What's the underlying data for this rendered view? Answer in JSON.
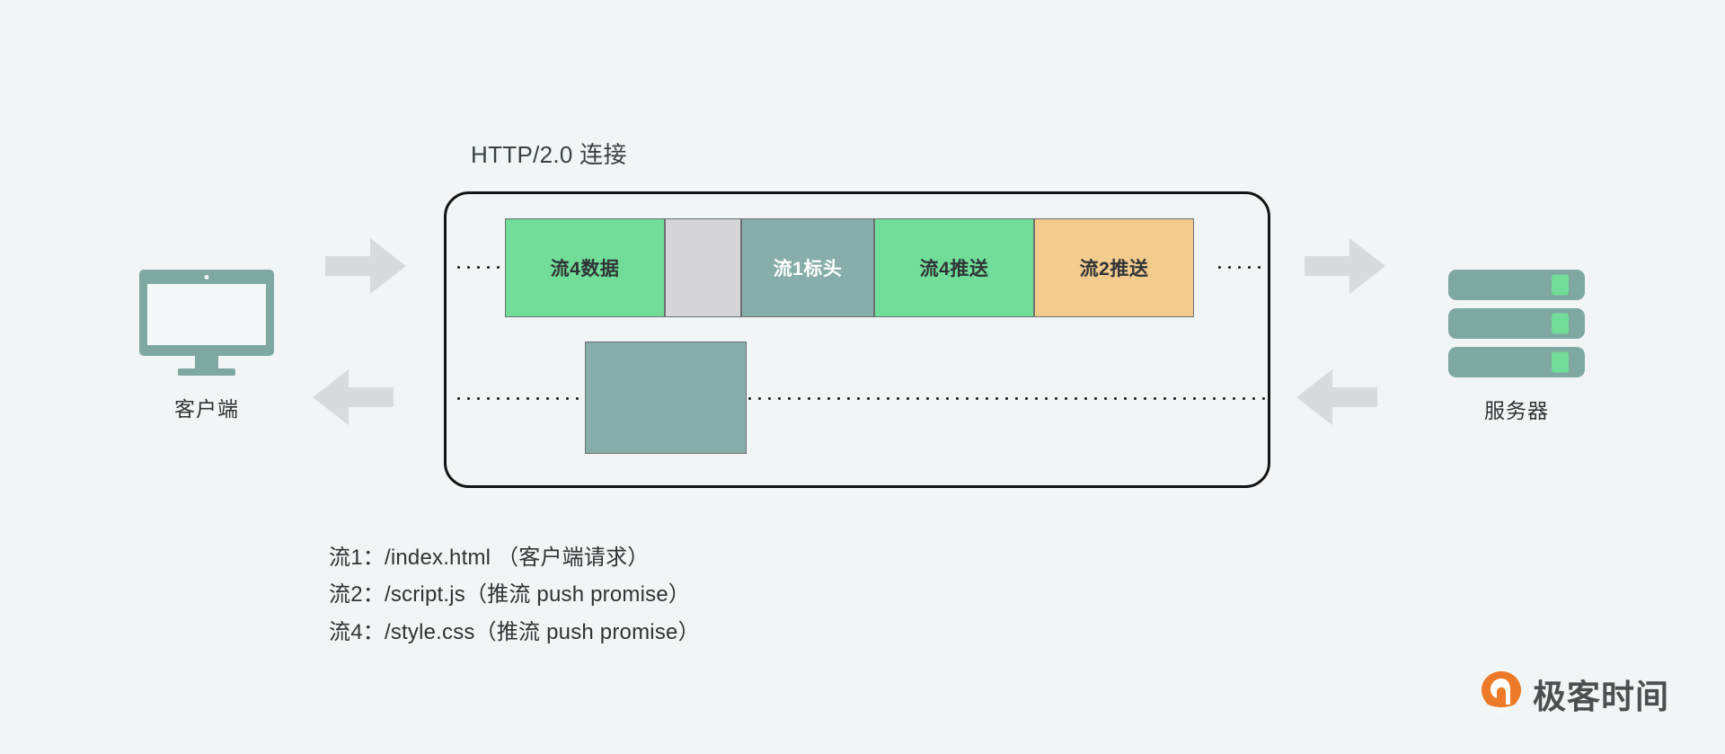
{
  "diagram": {
    "title": "HTTP/2.0 连接",
    "background_color": "#f2f5f6"
  },
  "endpoints": {
    "client": {
      "label": "客户端",
      "icon": "monitor-icon",
      "color": "#7fa8a3"
    },
    "server": {
      "label": "服务器",
      "icon": "server-rack-icon",
      "color": "#7fa8a3",
      "led_color": "#72dd99"
    }
  },
  "arrows": {
    "color": "#d8dbde",
    "top_left": "arrow-right-icon",
    "top_right": "arrow-right-icon",
    "bottom_left": "arrow-left-icon",
    "bottom_right": "arrow-left-icon"
  },
  "frames": [
    {
      "label": "流4数据",
      "fill": "#72dd99",
      "text_color": "#2f3336",
      "width": 178
    },
    {
      "label": "",
      "fill": "#d6d6d8",
      "text_color": "#2f3336",
      "width": 85
    },
    {
      "label": "流1标头",
      "fill": "#87aeaa",
      "text_color": "#ffffff",
      "width": 148
    },
    {
      "label": "流4推送",
      "fill": "#72dd99",
      "text_color": "#2f3336",
      "width": 178
    },
    {
      "label": "流2推送",
      "fill": "#f2cb8d",
      "text_color": "#2f3336",
      "width": 178
    }
  ],
  "response_block": {
    "label": "",
    "fill": "#87aeaa"
  },
  "legend": [
    "流1：/index.html （客户端请求）",
    "流2：/script.js（推流 push promise）",
    "流4：/style.css（推流 push promise）"
  ],
  "watermark": {
    "text": "极客时间",
    "logo_color": "#ec7a28",
    "text_color": "#4b4f52"
  }
}
